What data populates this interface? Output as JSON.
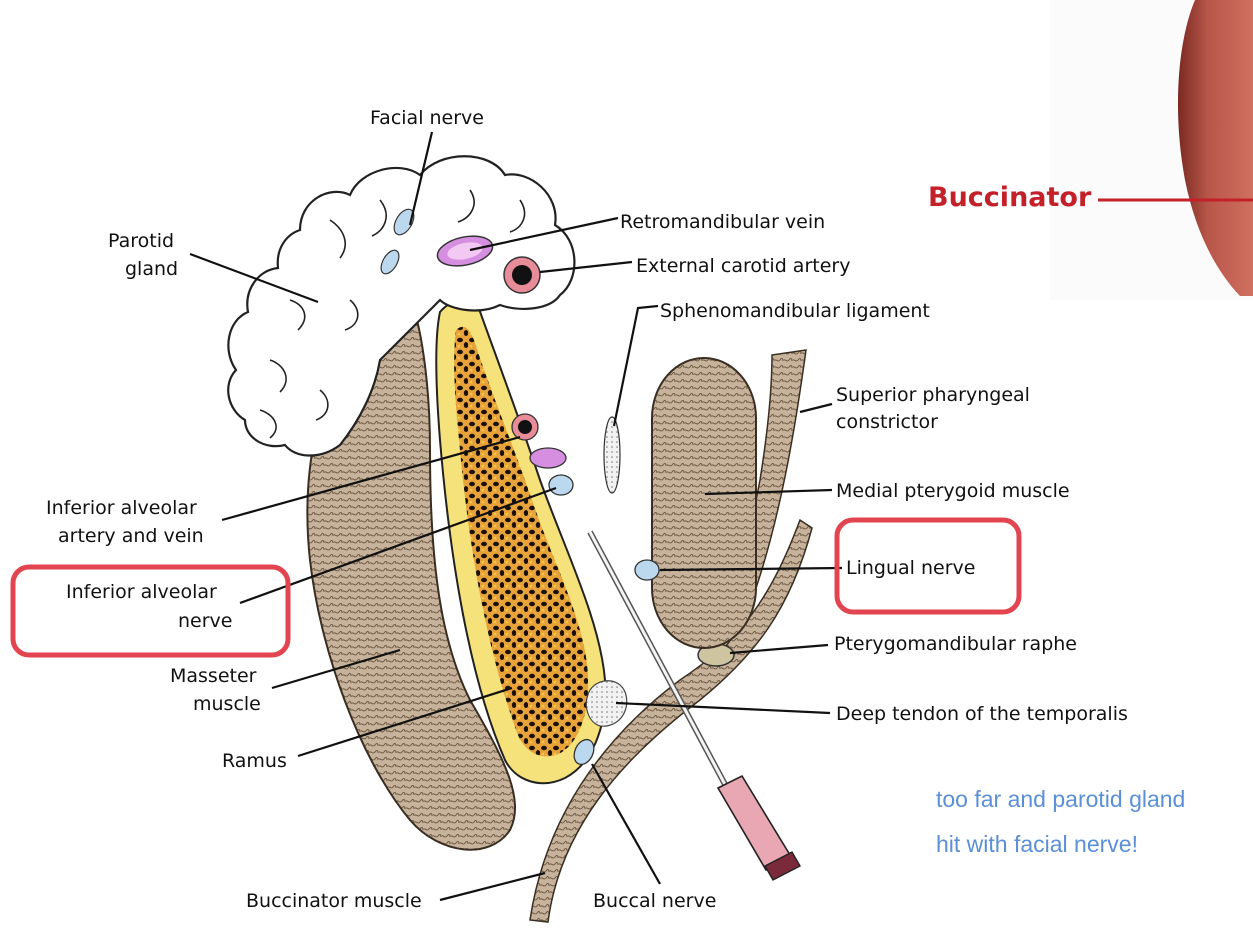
{
  "labels": {
    "facial_nerve": "Facial nerve",
    "parotid_1": "Parotid",
    "parotid_2": "gland",
    "retromandibular_vein": "Retromandibular vein",
    "external_carotid": "External carotid artery",
    "sphenomandibular": "Sphenomandibular ligament",
    "sup_pharyngeal_1": "Superior pharyngeal",
    "sup_pharyngeal_2": "constrictor",
    "medial_pterygoid": "Medial pterygoid muscle",
    "inf_alv_art_1": "Inferior alveolar",
    "inf_alv_art_2": "artery and vein",
    "inf_alv_nerve_1": "Inferior alveolar",
    "inf_alv_nerve_2": "nerve",
    "lingual_nerve": "Lingual nerve",
    "pterygomandibular_raphe": "Pterygomandibular raphe",
    "masseter_1": "Masseter",
    "masseter_2": "muscle",
    "deep_tendon": "Deep tendon of the temporalis",
    "ramus": "Ramus",
    "buccinator_muscle": "Buccinator muscle",
    "buccal_nerve": "Buccal nerve",
    "buccinator_inset": "Buccinator"
  },
  "notes": {
    "line1": "too far and parotid gland",
    "line2": "hit with facial nerve!"
  },
  "colors": {
    "highlight": "#e2454f",
    "note_text": "#5b8fd6",
    "inset_label": "#c4202a",
    "bone_yellow": "#f5e27a",
    "muscle_brown": "#a08466"
  }
}
